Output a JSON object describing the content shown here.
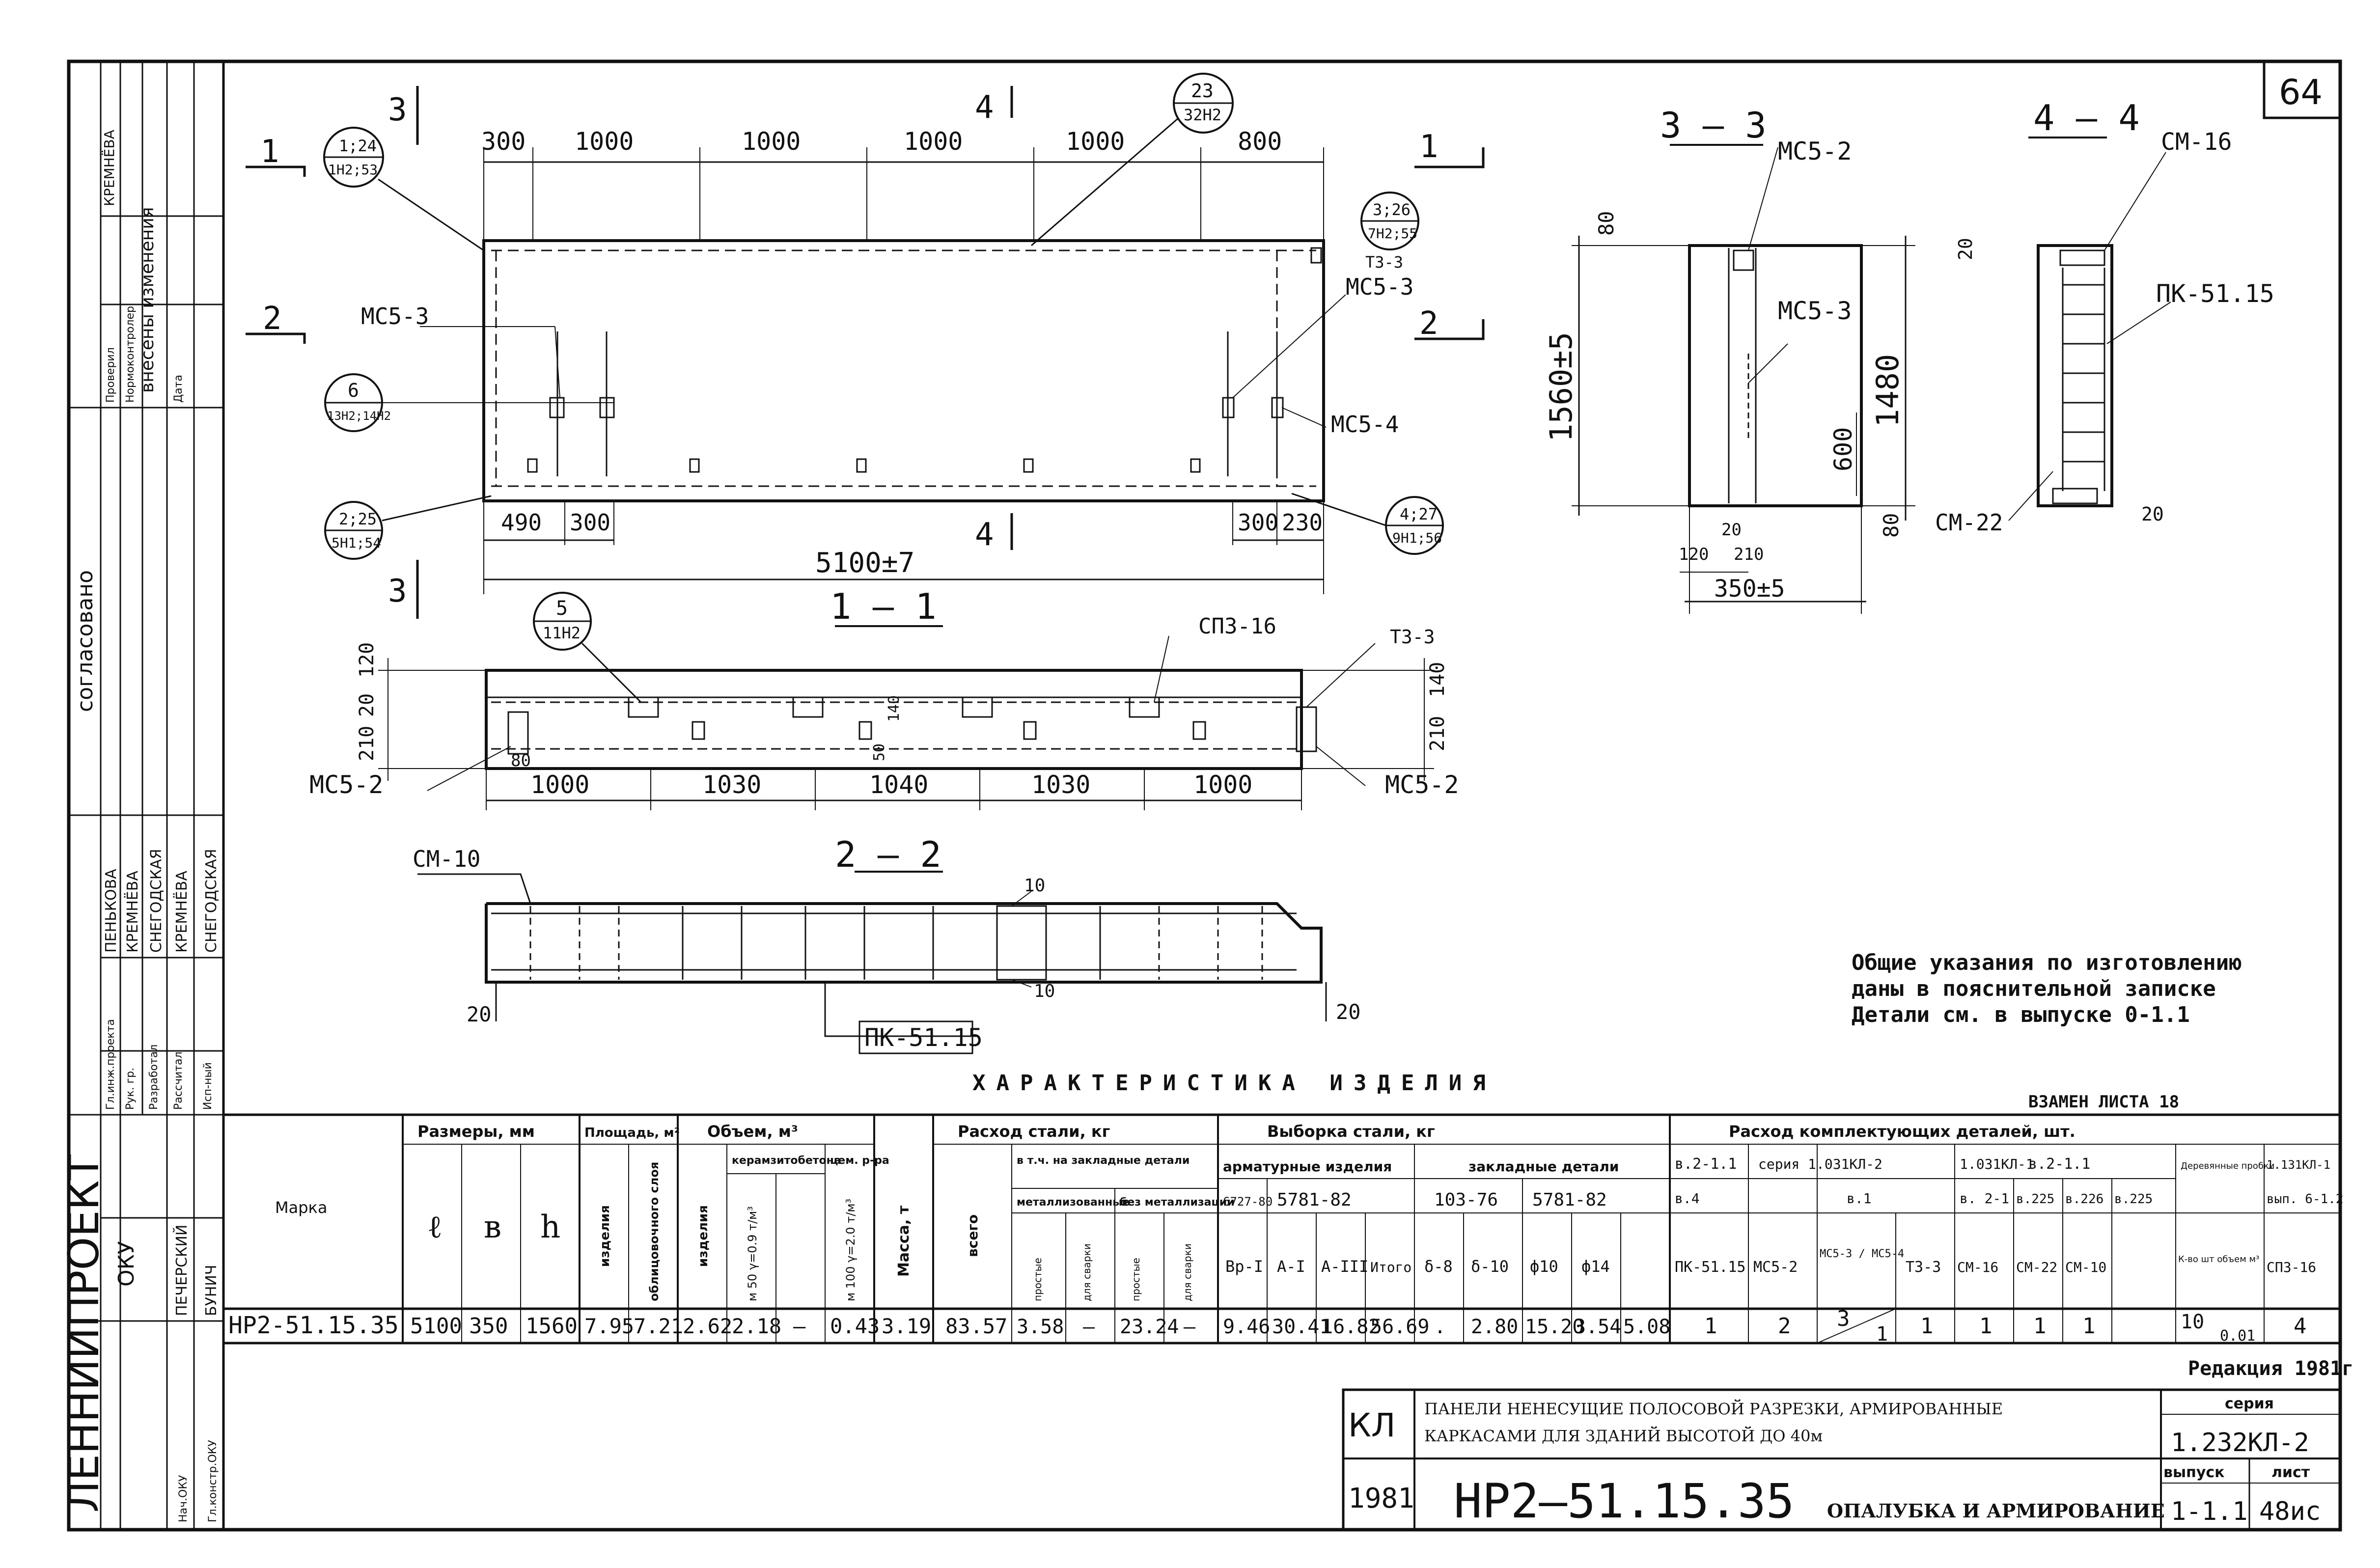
{
  "sheet_number": "64",
  "sheet_replaces": "ВЗАМЕН ЛИСТА 18",
  "edition": "Редакция 1981г",
  "sidebar": {
    "org": "ЛЕННИИПРОЕКТ",
    "dept": "ОКУ",
    "approved_label": "согласовано",
    "roles": [
      "Гл.инж.проекта",
      "Рук. гр.",
      "Разработал",
      "Рассчитал",
      "Исп-ный"
    ],
    "names": [
      "ПЕНЬКОВА",
      "КРЕМНЁВА",
      "СНЕГОДСКАЯ",
      "КРЕМНЁВА",
      "СНЕГОДСКАЯ"
    ],
    "lower_roles": [
      "Нач.ОКУ",
      "Гл.констр.ОКУ"
    ],
    "lower_names": [
      "ПЕЧЕРСКИЙ",
      "БУНИЧ"
    ],
    "changes_label": "внесены изменения",
    "checks": [
      "Проверил",
      "Нормоконтролер",
      "Дата"
    ],
    "check_names": [
      "КРЕМНЁВА"
    ]
  },
  "elevation": {
    "top_dims": [
      "300",
      "1000",
      "1000",
      "1000",
      "1000",
      "800"
    ],
    "bottom_dims_left": [
      "490",
      "300"
    ],
    "bottom_dims_right": [
      "300",
      "230"
    ],
    "overall": "5100±7",
    "sec_marks": [
      "1",
      "1",
      "2",
      "2",
      "3",
      "3",
      "4",
      "4"
    ],
    "callouts": [
      {
        "top": "1;24",
        "bottom": "1Н2;53"
      },
      {
        "top": "23",
        "bottom": "32Н2"
      },
      {
        "top": "3;26",
        "bottom": "7Н2;55"
      },
      {
        "top": "6",
        "bottom": "13Н2;14Н2"
      },
      {
        "top": "2;25",
        "bottom": "5Н1;54"
      },
      {
        "top": "4;27",
        "bottom": "9Н1;56"
      }
    ],
    "labels": [
      "МС5-3",
      "МС5-3",
      "МС5-4",
      "Т3-3"
    ]
  },
  "section_1_1": {
    "title": "1 — 1",
    "dims": [
      "1000",
      "1030",
      "1040",
      "1030",
      "1000"
    ],
    "left_dims": [
      "20",
      "120",
      "210"
    ],
    "right_dims": [
      "140",
      "210"
    ],
    "mid_dims": [
      "50",
      "140",
      "80"
    ],
    "callout": {
      "top": "5",
      "bottom": "11Н2"
    },
    "labels": [
      "МС5-2",
      "МС5-2",
      "СП3-16",
      "Т3-3"
    ]
  },
  "section_2_2": {
    "title": "2 — 2",
    "labels": [
      "СМ-10",
      "ПК-51.15"
    ],
    "dims": [
      "10",
      "10",
      "20",
      "20"
    ]
  },
  "section_3_3": {
    "title": "3 — 3",
    "labels": [
      "МС5-2",
      "МС5-3"
    ],
    "dims": [
      "80",
      "1560±5",
      "1480",
      "600",
      "80",
      "120",
      "20",
      "210",
      "350±5"
    ]
  },
  "section_4_4": {
    "title": "4 — 4",
    "labels": [
      "СМ-16",
      "ПК-51.15",
      "СМ-22"
    ],
    "dims": [
      "20",
      "20"
    ]
  },
  "notes": [
    "Общие указания по изготовлению",
    "даны в пояснительной записке",
    "Детали см. в выпуске 0-1.1"
  ],
  "table": {
    "title": "ХАРАКТЕРИСТИКА ИЗДЕЛИЯ",
    "h_marka": "Марка",
    "h_sizes": "Размеры, мм",
    "h_sizes_sub": [
      "ℓ",
      "в",
      "h"
    ],
    "h_area": "Площадь, м²",
    "h_area_sub": [
      "изделия",
      "облицовочного слоя"
    ],
    "h_volume": "Объем, м³",
    "h_volume_sub": [
      "изделия",
      "керамзитобетона",
      "цем. р-ра"
    ],
    "h_volume_sub2": [
      "м 50 γ=0.9 т/м³",
      "м 100 γ=2.0 т/м³"
    ],
    "h_mass": "Масса, т",
    "h_steel": "Расход стали, кг",
    "h_steel_sub": [
      "всего",
      "в т.ч. на закладные детали"
    ],
    "h_steel_sub2": [
      "металлизованные",
      "без металлизации"
    ],
    "h_steel_sub3": [
      "простые",
      "для сварки",
      "простые",
      "для сварки"
    ],
    "h_sel": "Выборка стали, кг",
    "h_sel_arm": "арматурные изделия",
    "h_sel_emb": "закладные детали",
    "h_sel_gost": [
      "6727-80",
      "5781-82",
      "103-76",
      "5781-82"
    ],
    "h_sel_cols": [
      "Вр-I",
      "А-I",
      "А-III",
      "Итого",
      "δ-8",
      "δ-10",
      "ф10",
      "ф14"
    ],
    "h_comp": "Расход комплектующих деталей, шт.",
    "h_comp_series": [
      "в.2-1.1",
      "серия 1.031КЛ-2",
      "1.031КЛ-1",
      "в.2-1.1",
      "Деревянные пробки",
      "1.131КЛ-1"
    ],
    "h_comp_issue": [
      "в.4",
      "в.1",
      "в. 2-1",
      "в.225",
      "в.226",
      "в.225",
      "вып. 6-1.2"
    ],
    "h_comp_cols": [
      "ПК-51.15",
      "МС5-2",
      "МС5-3 / МС5-4",
      "Т3-3",
      "СМ-16",
      "СМ-22",
      "СМ-10",
      "К-во шт объем м³",
      "СП3-16"
    ],
    "row": {
      "marka": "НР2-51.15.35",
      "l": "5100",
      "b": "350",
      "h": "1560",
      "area1": "7.95",
      "area2": "7.21",
      "vol1": "2.62",
      "vol2": "2.18",
      "vol3": "–",
      "vol4": "0.43",
      "mass": "3.19",
      "steel_total": "83.57",
      "s1": "3.58",
      "s2": "–",
      "s3": "23.24",
      "s4": "–",
      "vr": "9.46",
      "ai": "30.41",
      "aiii": "16.82",
      "itogo": "56.69",
      "d8": ".",
      "d10": "2.80",
      "f10": "15.20",
      "f14": "3.54",
      "f14b": "5.08",
      "pk": "1",
      "mc52": "2",
      "mc53": "3",
      "mc54": "1",
      "t33": "1",
      "cm16": "1",
      "cm22": "1",
      "cm10": "1",
      "probki": "10",
      "probki_vol": "0.01",
      "sp3": "4"
    }
  },
  "stamp": {
    "kl": "КЛ",
    "year": "1981",
    "mark": "НР2—51.15.35",
    "desc1": "ПАНЕЛИ НЕНЕСУЩИЕ ПОЛОСОВОЙ РАЗРЕЗКИ, АРМИРОВАННЫЕ",
    "desc2": "КАРКАСАМИ ДЛЯ ЗДАНИЙ ВЫСОТОЙ ДО 40м",
    "sheet_title": "ОПАЛУБКА И АРМИРОВАНИЕ",
    "series_label": "серия",
    "series": "1.232КЛ-2",
    "issue_label": "выпуск",
    "issue": "1-1.1",
    "sheet_label": "лист",
    "sheet": "48ис"
  }
}
